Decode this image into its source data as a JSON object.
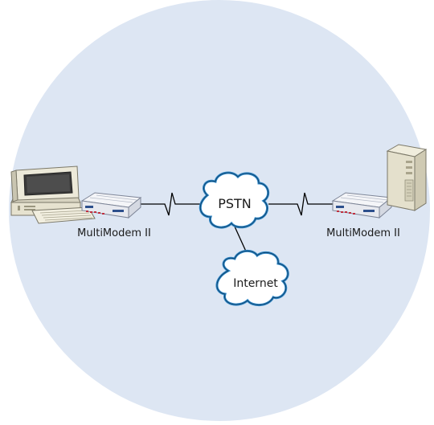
{
  "diagram": {
    "colors": {
      "background_circle": "#dde6f3",
      "cloud_fill": "#ffffff",
      "cloud_stroke": "#2e87c8",
      "line": "#000000",
      "modem_body": "#eef0f4",
      "modem_accent": "#c03040",
      "computer_body": "#e9e6d6"
    },
    "nodes": {
      "left_computer": {
        "icon": "desktop-computer-icon"
      },
      "right_server": {
        "icon": "tower-server-icon"
      },
      "left_modem": {
        "icon": "modem-icon",
        "label": "MultiModem II"
      },
      "right_modem": {
        "icon": "modem-icon",
        "label": "MultiModem II"
      },
      "pstn": {
        "icon": "cloud-icon",
        "label": "PSTN"
      },
      "internet": {
        "icon": "cloud-icon",
        "label": "Internet"
      }
    },
    "connections": [
      {
        "from": "left_modem",
        "to": "pstn",
        "style": "zigzag"
      },
      {
        "from": "pstn",
        "to": "right_modem",
        "style": "zigzag"
      },
      {
        "from": "pstn",
        "to": "internet",
        "style": "straight"
      }
    ]
  }
}
